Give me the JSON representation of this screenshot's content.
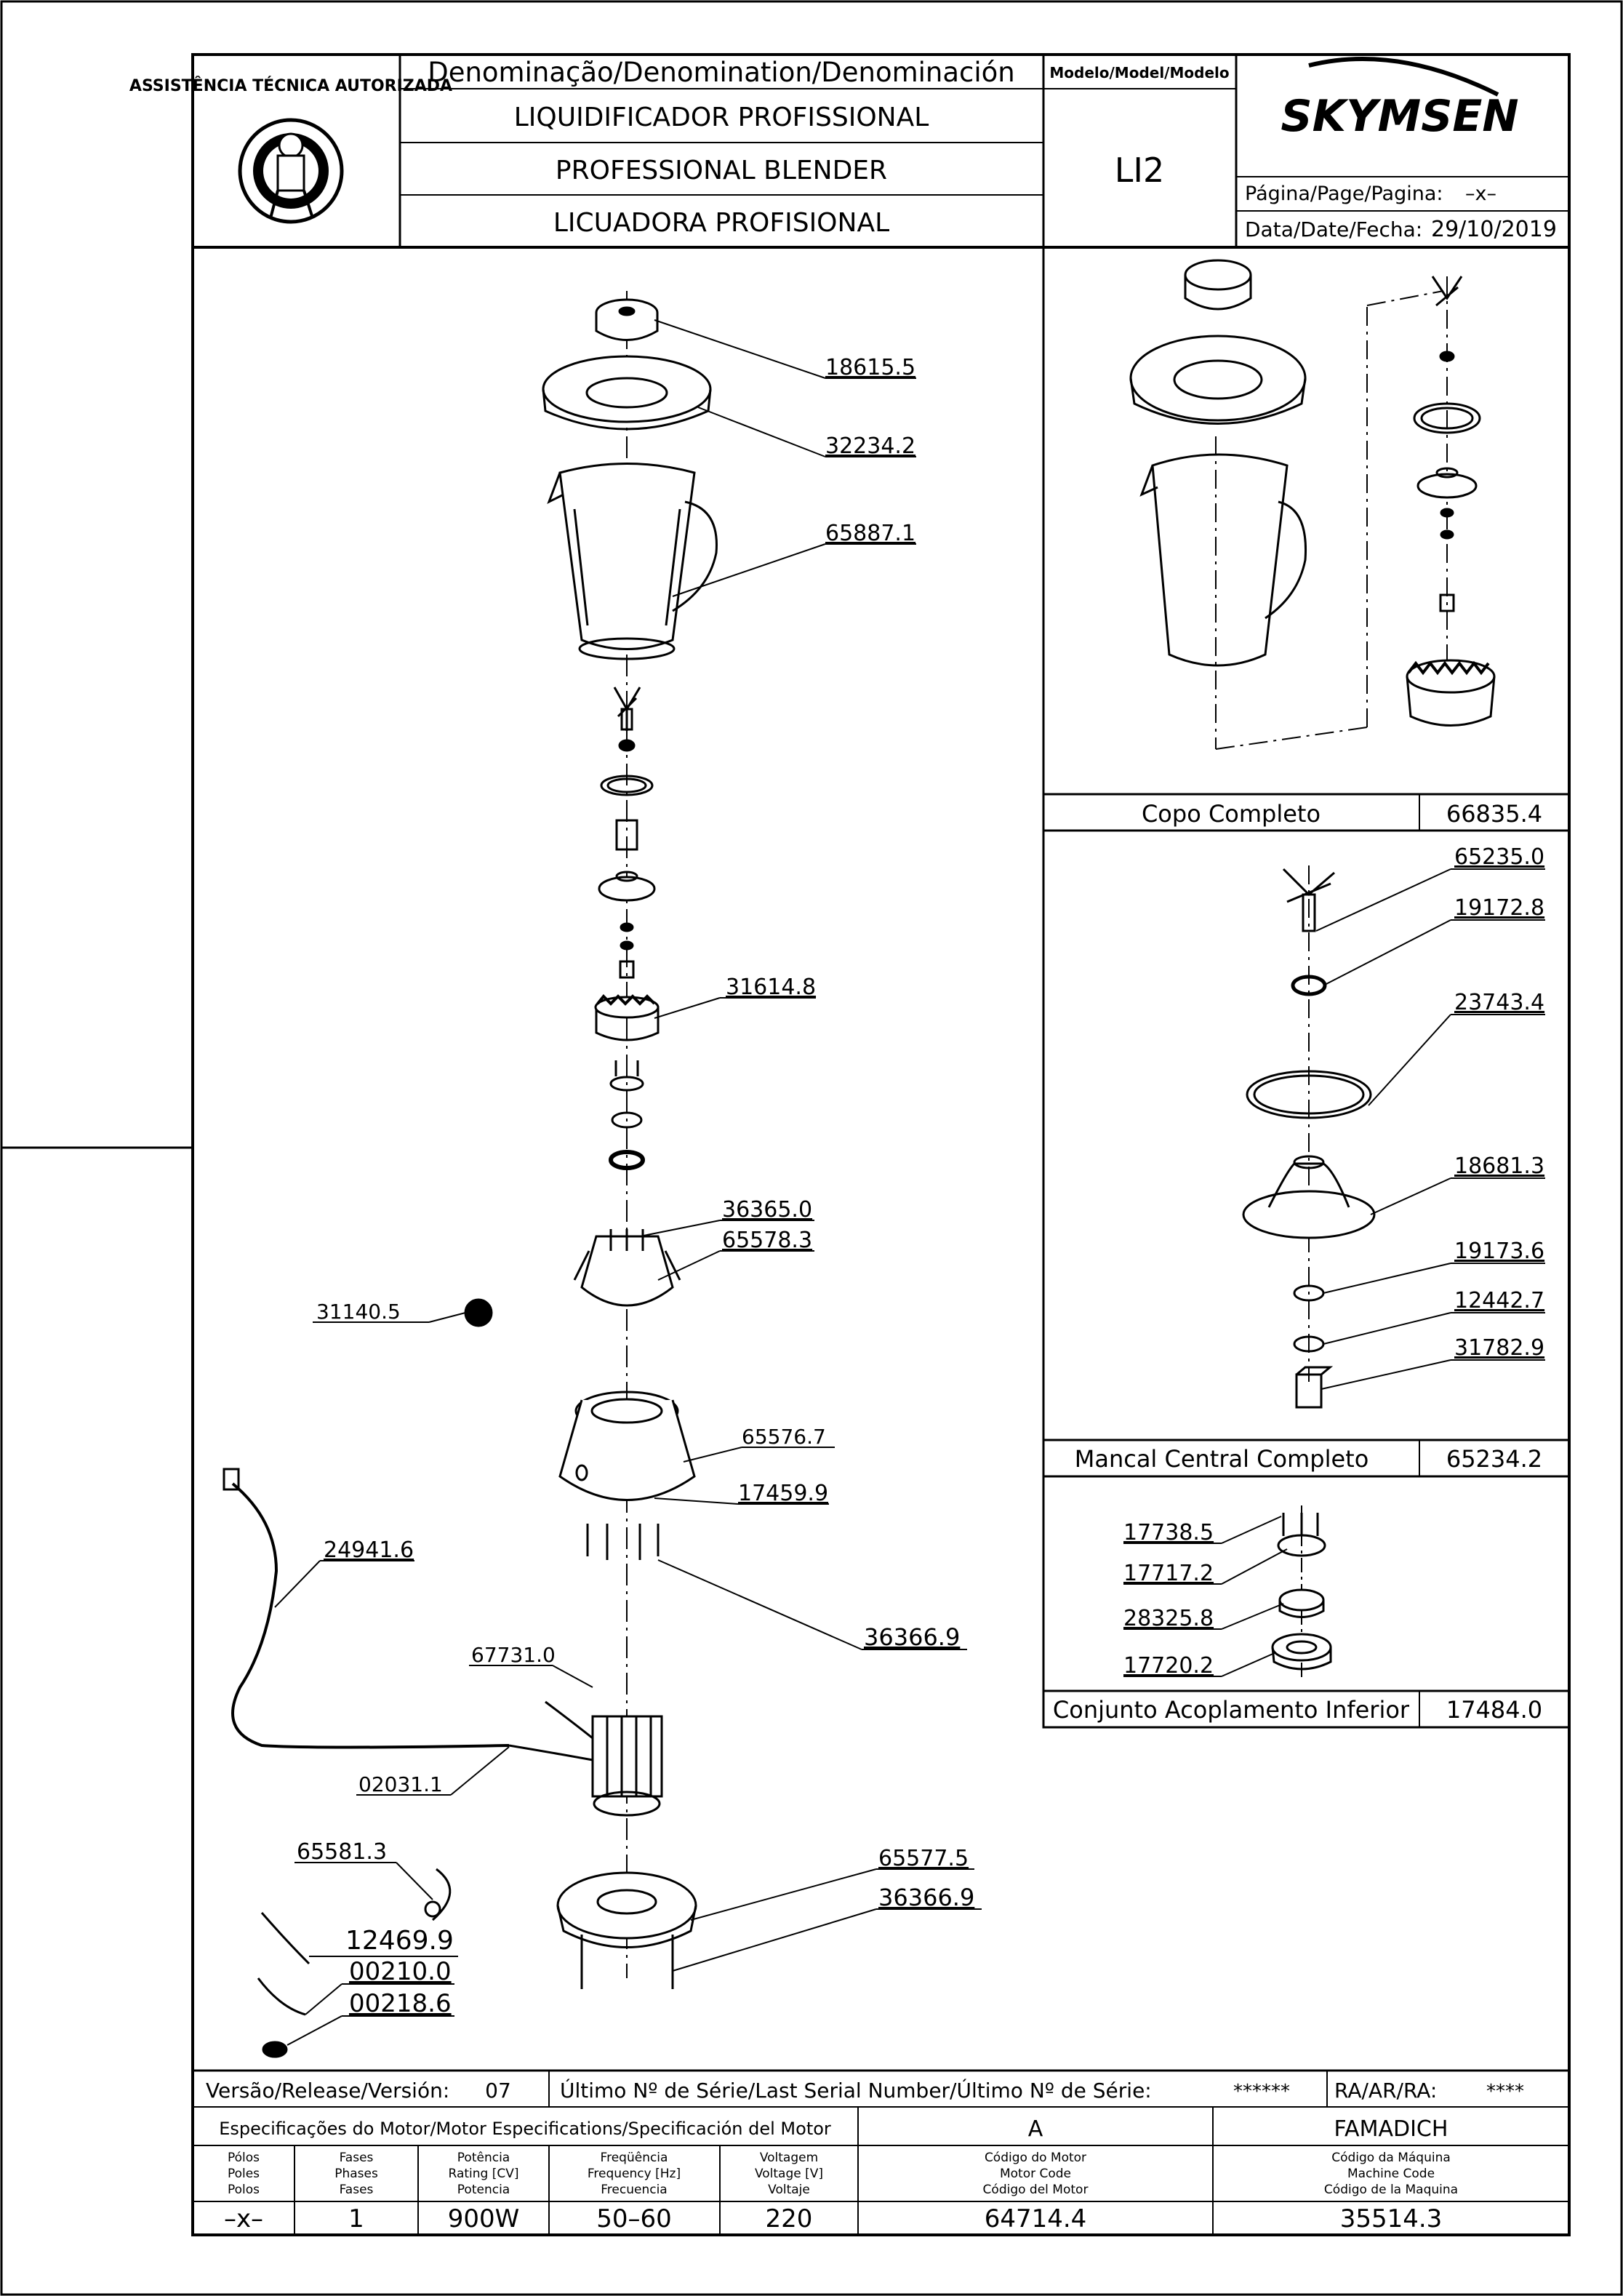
{
  "header": {
    "denomination_label": "Denominação/Denomination/Denominación",
    "name_pt": "LIQUIDIFICADOR  PROFISSIONAL",
    "name_en": "PROFESSIONAL  BLENDER",
    "name_es": "LICUADORA  PROFISIONAL",
    "model_label": "Modelo/Model/Modelo",
    "model_value": "LI2",
    "brand": "SKYMSEN",
    "page_label": "Página/Page/Pagina:",
    "page_value": "–x–",
    "date_label": "Data/Date/Fecha:",
    "date_value": "29/10/2019",
    "seal_text": "ASSISTÊNCIA TÉCNICA AUTORIZADA"
  },
  "main_parts": [
    "18615.5",
    "32234.2",
    "65887.1",
    "31614.8",
    "36365.0",
    "65578.3",
    "31140.5",
    "65576.7",
    "17459.9",
    "24941.6",
    "36366.9",
    "67731.0",
    "02031.1",
    "65581.3",
    "65577.5",
    "36366.9",
    "12469.9",
    "00210.0",
    "00218.6"
  ],
  "copo": {
    "title": "Copo  Completo",
    "code": "66835.4"
  },
  "mancal": {
    "title": "Mancal  Central  Completo",
    "code": "65234.2",
    "parts": [
      "65235.0",
      "19172.8",
      "23743.4",
      "18681.3",
      "19173.6",
      "12442.7",
      "31782.9"
    ]
  },
  "acoplamento": {
    "title": "Conjunto  Acoplamento  Inferior",
    "code": "17484.0",
    "parts": [
      "17738.5",
      "17717.2",
      "28325.8",
      "17720.2"
    ]
  },
  "footer": {
    "version_label": "Versão/Release/Versión:",
    "version_value": "07",
    "serial_label": "Último  Nº  de  Série/Last  Serial  Number/Último  Nº  de  Série:",
    "serial_value": "******",
    "ra_label": "RA/AR/RA:",
    "ra_value": "****",
    "spec_title": "Especificações do Motor/Motor Especifications/Specificación del Motor",
    "spec_a": "A",
    "spec_famadich": "FAMADICH",
    "headers": [
      [
        "Pólos",
        "Poles",
        "Polos"
      ],
      [
        "Fases",
        "Phases",
        "Fases"
      ],
      [
        "Potência",
        "Rating [CV]",
        "Potencia"
      ],
      [
        "Freqüência",
        "Frequency [Hz]",
        "Frecuencia"
      ],
      [
        "Voltagem",
        "Voltage [V]",
        "Voltaje"
      ],
      [
        "Código do Motor",
        "Motor Code",
        "Código del Motor"
      ],
      [
        "Código da Máquina",
        "Machine Code",
        "Código de la Maquina"
      ]
    ],
    "values": [
      "–x–",
      "1",
      "900W",
      "50–60",
      "220",
      "64714.4",
      "35514.3"
    ]
  }
}
